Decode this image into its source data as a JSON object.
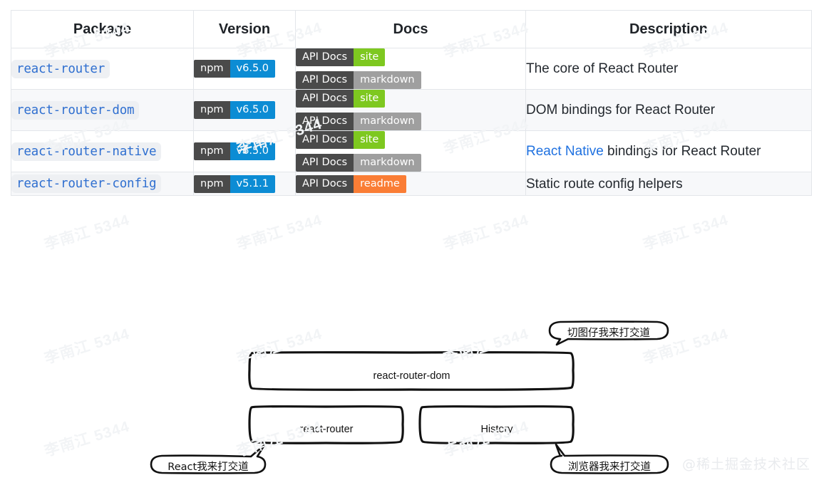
{
  "table": {
    "headers": [
      "Package",
      "Version",
      "Docs",
      "Description"
    ],
    "rows": [
      {
        "package": "react-router",
        "version": {
          "left": "npm",
          "right": "v6.5.0"
        },
        "docs": [
          {
            "left": "API Docs",
            "right": "site",
            "color": "#7ec820"
          },
          {
            "left": "API Docs",
            "right": "markdown",
            "color": "#9f9f9f"
          }
        ],
        "description_prefix": "",
        "description_link": "",
        "description": "The core of React Router"
      },
      {
        "package": "react-router-dom",
        "version": {
          "left": "npm",
          "right": "v6.5.0"
        },
        "docs": [
          {
            "left": "API Docs",
            "right": "site",
            "color": "#7ec820"
          },
          {
            "left": "API Docs",
            "right": "markdown",
            "color": "#9f9f9f"
          }
        ],
        "description_prefix": "",
        "description_link": "",
        "description": "DOM bindings for React Router"
      },
      {
        "package": "react-router-native",
        "version": {
          "left": "npm",
          "right": "v6.5.0"
        },
        "docs": [
          {
            "left": "API Docs",
            "right": "site",
            "color": "#7ec820"
          },
          {
            "left": "API Docs",
            "right": "markdown",
            "color": "#9f9f9f"
          }
        ],
        "description_prefix": "",
        "description_link": "React Native",
        "description": " bindings for React Router"
      },
      {
        "package": "react-router-config",
        "version": {
          "left": "npm",
          "right": "v5.1.1"
        },
        "docs": [
          {
            "left": "API Docs",
            "right": "readme",
            "color": "#fa7d35"
          }
        ],
        "description_prefix": "",
        "description_link": "",
        "description": "Static route config helpers"
      }
    ]
  },
  "diagram": {
    "boxes": [
      {
        "label": "react-router-dom"
      },
      {
        "label": "react-router"
      },
      {
        "label": "History"
      }
    ],
    "callouts": [
      {
        "label": "切图仔我来打交道"
      },
      {
        "label": "React我来打交道"
      },
      {
        "label": "浏览器我来打交道"
      }
    ]
  },
  "watermarks": {
    "tile": "李南江 5344",
    "corner": "@稀土掘金技术社区"
  },
  "colors": {
    "badge_dark": "#4a4a4a",
    "badge_npm_blue": "#0c8cd4",
    "badge_site_green": "#7ec820",
    "badge_markdown_gray": "#9f9f9f",
    "badge_readme_orange": "#fa7d35",
    "link_blue": "#1f71e0",
    "package_blue": "#2f6fd0"
  }
}
